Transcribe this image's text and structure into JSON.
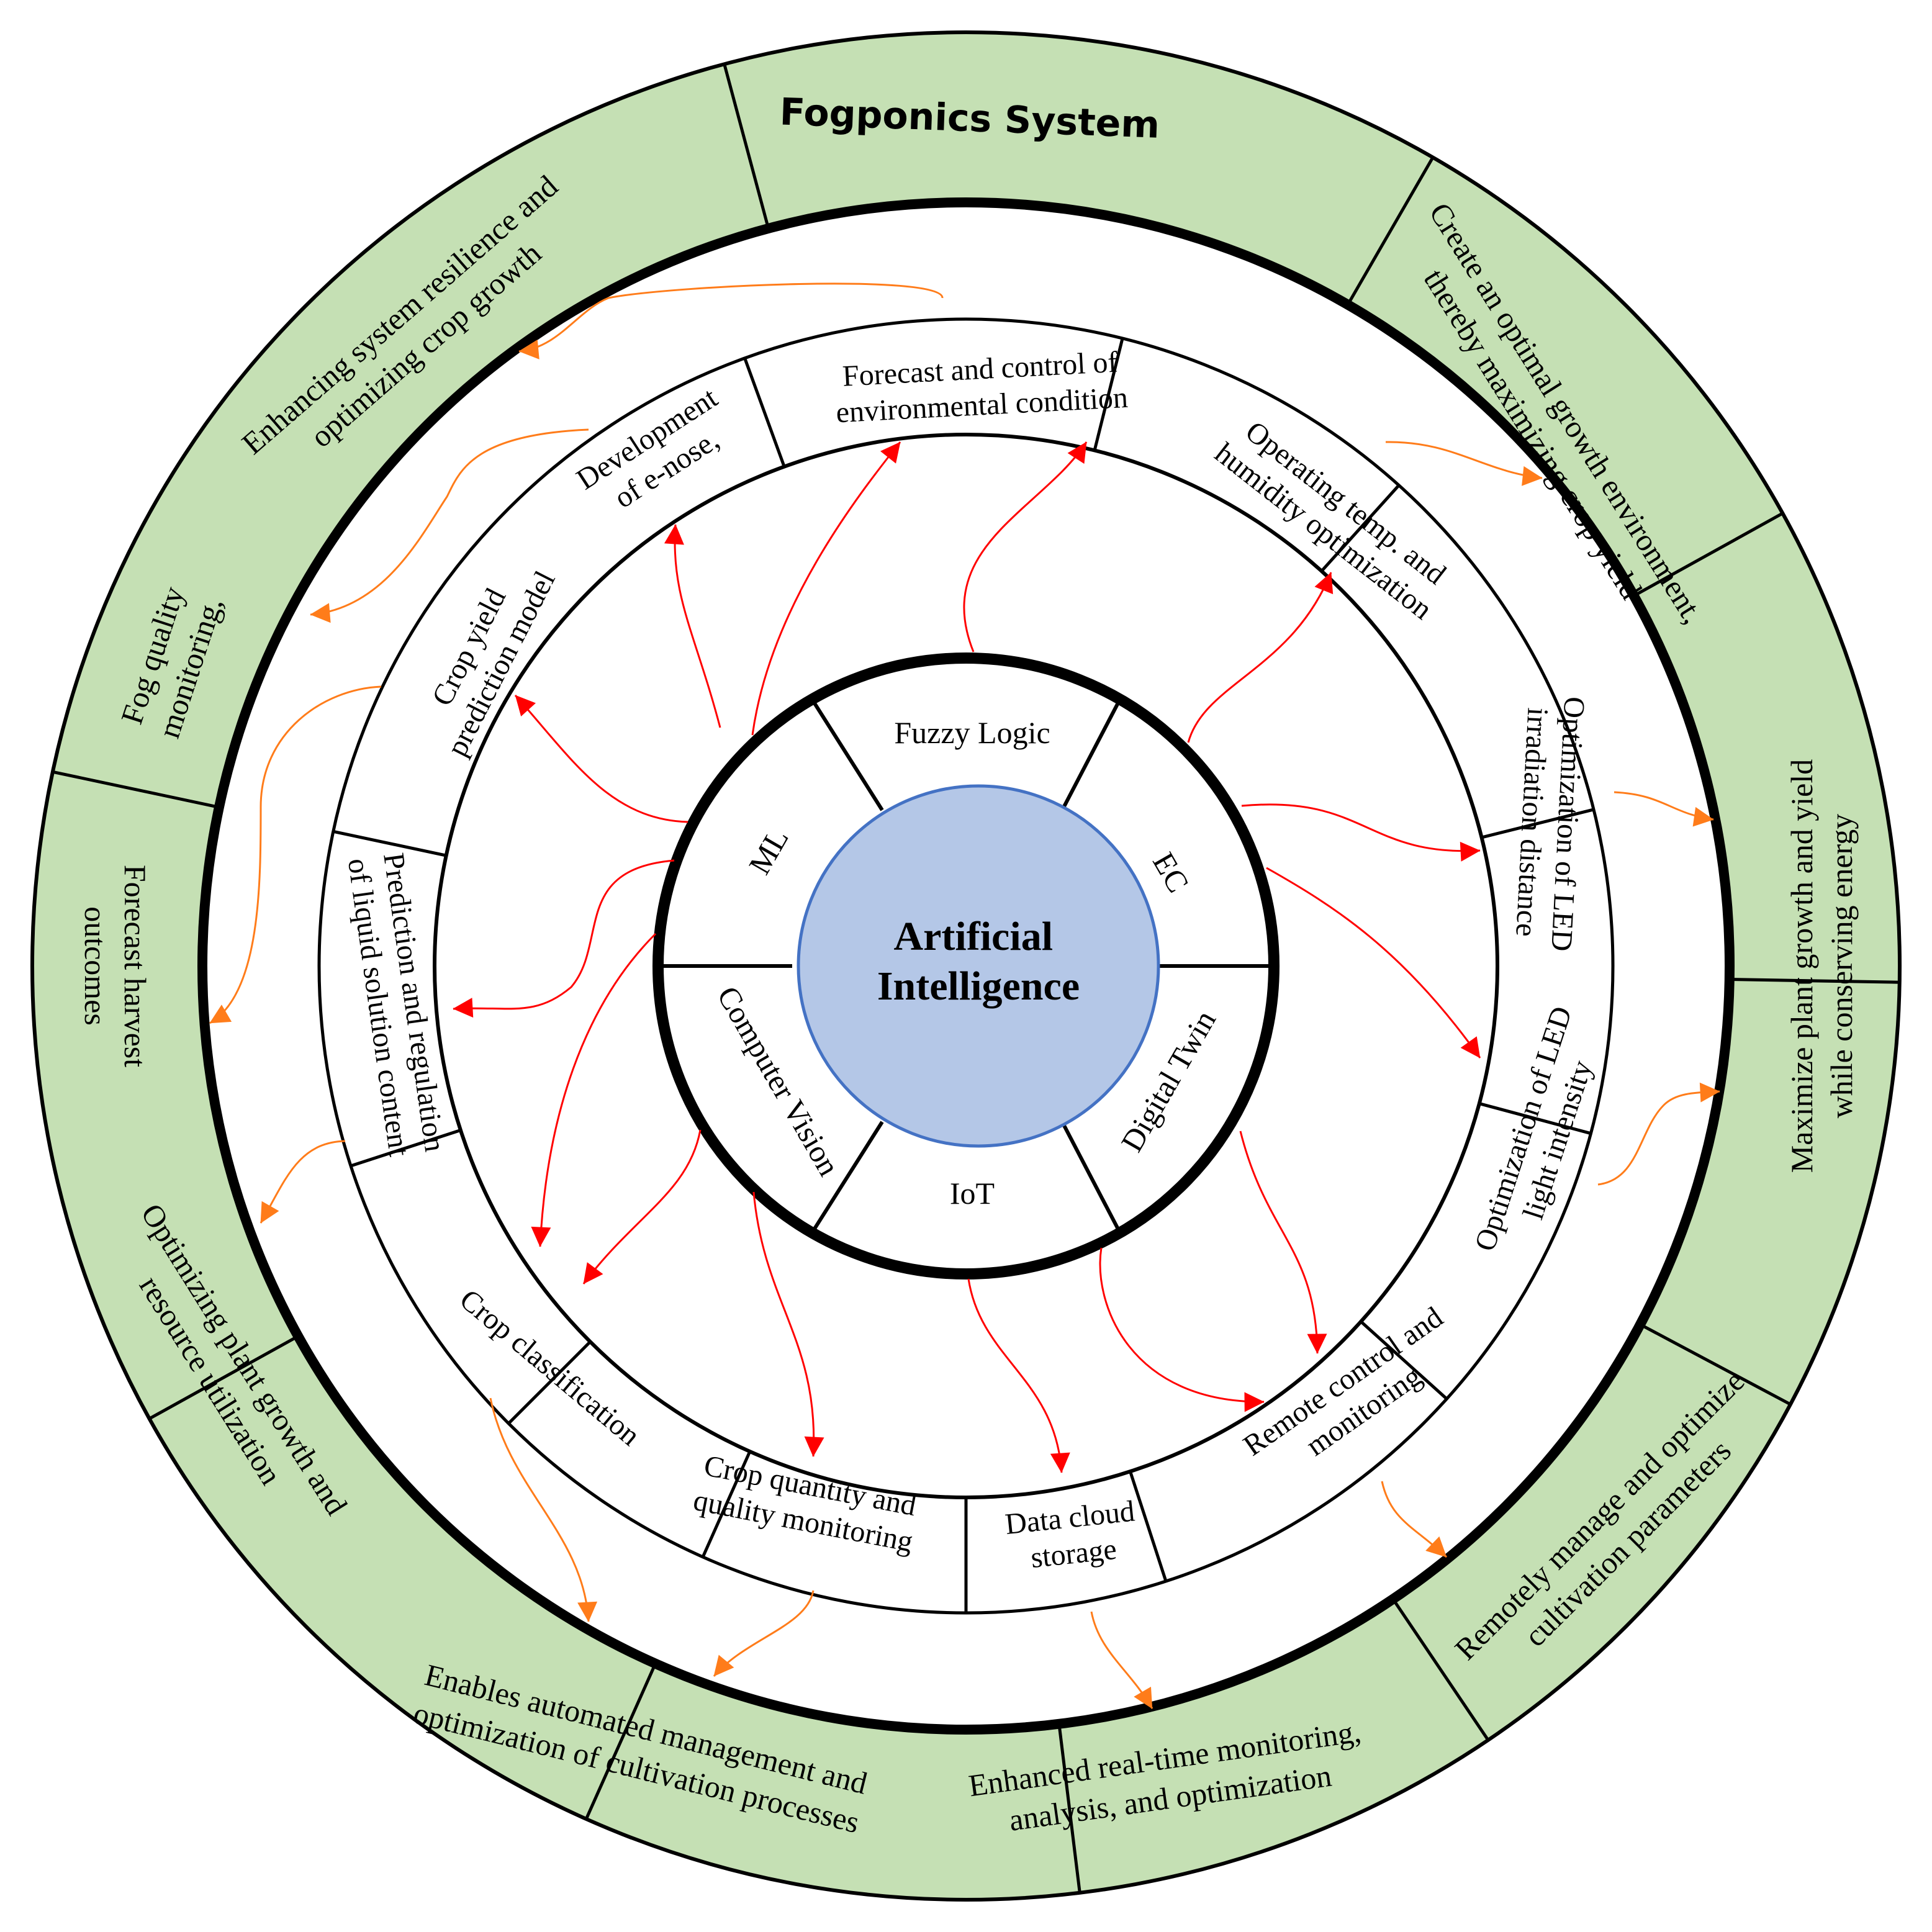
{
  "colors": {
    "outer_ring": "#c5e0b4",
    "center": "#b4c7e7",
    "center_stroke": "#4472c4",
    "red_arrow": "#ff0000",
    "orange_arrow": "#ff7c1a"
  },
  "center": {
    "lines": [
      "Artificial",
      "Intelligence"
    ]
  },
  "inner_ring": [
    {
      "id": "fuzzy-logic",
      "lines": [
        "Fuzzy Logic"
      ]
    },
    {
      "id": "ec",
      "lines": [
        "EC"
      ]
    },
    {
      "id": "digital-twin",
      "lines": [
        "Digital Twin"
      ]
    },
    {
      "id": "iot",
      "lines": [
        "IoT"
      ]
    },
    {
      "id": "computer-vision",
      "lines": [
        "Computer Vision"
      ]
    },
    {
      "id": "ml",
      "lines": [
        "ML"
      ]
    }
  ],
  "middle_ring": [
    {
      "id": "forecast-control",
      "lines": [
        "Forecast and control of",
        "environmental condition"
      ]
    },
    {
      "id": "temp-humidity",
      "lines": [
        "Operating temp. and",
        "humidity optimization"
      ]
    },
    {
      "id": "led-distance",
      "lines": [
        "Optimization of LED",
        "irradiation distance"
      ]
    },
    {
      "id": "led-intensity",
      "lines": [
        "Optimization of LED",
        "light intensity"
      ]
    },
    {
      "id": "remote-control",
      "lines": [
        "Remote control and",
        "monitoring"
      ]
    },
    {
      "id": "data-cloud",
      "lines": [
        "Data cloud",
        "storage"
      ]
    },
    {
      "id": "crop-quantity",
      "lines": [
        "Crop quantity and",
        "quality monitoring"
      ]
    },
    {
      "id": "crop-classification",
      "lines": [
        "Crop classification"
      ]
    },
    {
      "id": "liquid-solution",
      "lines": [
        "Prediction and regulation",
        "of liquid solution content"
      ]
    },
    {
      "id": "crop-yield",
      "lines": [
        "Crop yield",
        "prediction model"
      ]
    },
    {
      "id": "e-nose",
      "lines": [
        "Development",
        "of e-nose,"
      ]
    }
  ],
  "outer_ring": [
    {
      "id": "fogponics-title",
      "lines": [
        "Fogponics System"
      ],
      "title": true
    },
    {
      "id": "optimal-growth",
      "lines": [
        "Create an optimal growth environment,",
        "thereby maximizing crop yield"
      ]
    },
    {
      "id": "maximize-growth",
      "lines": [
        "Maximize plant growth and yield",
        "while conserving energy"
      ]
    },
    {
      "id": "remotely-manage",
      "lines": [
        "Remotely manage and optimize",
        "cultivation parameters"
      ]
    },
    {
      "id": "real-time",
      "lines": [
        "Enhanced real-time monitoring,",
        "analysis, and optimization"
      ]
    },
    {
      "id": "automated-management",
      "lines": [
        "Enables automated management and",
        "optimization of cultivation processes"
      ]
    },
    {
      "id": "resource-utilization",
      "lines": [
        "Optimizing plant growth and",
        "resource utilization"
      ]
    },
    {
      "id": "forecast-harvest",
      "lines": [
        "Forecast harvest",
        "outcomes"
      ]
    },
    {
      "id": "fog-quality",
      "lines": [
        "Fog quality",
        "monitoring,"
      ]
    },
    {
      "id": "system-resilience",
      "lines": [
        "Enhancing system resilience and",
        "optimizing crop growth"
      ]
    }
  ]
}
